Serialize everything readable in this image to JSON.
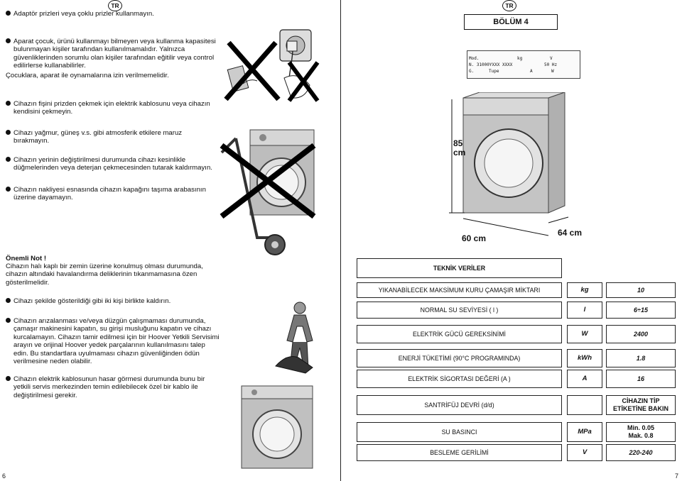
{
  "left_page": {
    "lang_badge": "TR",
    "page_number": "6",
    "intro": "Adaptör prizleri veya çoklu prizler kullanmayın.",
    "bullets": [
      "Aparat çocuk, ürünü kullanmayı bilmeyen veya kullanma kapasitesi bulunmayan kişiler tarafından kullanılmamalıdır. Yalnızca güvenliklerinden sorumlu olan kişiler tarafından eğitilir veya control edilirlerse kullanabilirler.",
      "Çocuklara, aparat ile oynamalarına izin verilmemelidir.",
      "Cihazın fişini prizden çekmek için elektrik kablosunu veya cihazın kendisini çekmeyin.",
      "Cihazı yağmur, güneş v.s. gibi atmosferik etkilere maruz bırakmayın.",
      "Cihazın yerinin değiştirilmesi durumunda cihazı kesinlikle düğmelerinden veya deterjan çekmecesinden tutarak kaldırmayın.",
      "Cihazın nakliyesi esnasında cihazın kapağını taşıma arabasının üzerine dayamayın."
    ],
    "note_title": "Önemli Not !",
    "note_text": "Cihazın halı kaplı bir zemin üzerine konulmuş olması durumunda, cihazın altındaki havalandırma deliklerinin tıkanmamasına özen gösterilmelidir.",
    "bullets2": [
      "Cihazı şekilde gösterildiği gibi iki kişi birlikte kaldırın.",
      "Cihazın arızalanması ve/veya düzgün çalışmaması durumunda, çamaşır makinesini kapatın, su girişi musluğunu kapatın ve cihazı kurcalamayın. Cihazın tamir edilmesi için bir Hoover Yetkili Servisimi arayın ve orijinal Hoover yedek parçalarının kullanılmasını talep edin. Bu standartlara uyulmaması cihazın güvenliğinden ödün verilmesine neden olabilir.",
      "Cihazın elektrik kablosunun hasar görmesi durumunda bunu bir yetkili servis merkezinden temin edilebilecek özel bir kablo ile değiştirilmesi gerekir."
    ]
  },
  "right_page": {
    "lang_badge": "TR",
    "page_number": "7",
    "section_title": "BÖLÜM 4",
    "rating_plate": {
      "mod": "Mod.",
      "n": "N. 31000YXXX XXXX",
      "g": "G.",
      "type": "Tupe",
      "kg": "kg",
      "v": "V",
      "hz": "50 Hz",
      "a": "A",
      "w": "W"
    },
    "dimensions": {
      "height": "85 cm",
      "width": "60 cm",
      "depth": "64 cm"
    },
    "specs_title": "TEKNİK VERİLER",
    "specs": [
      {
        "label": "YIKANABİLECEK MAKSİMUM KURU ÇAMAŞIR MİKTARI",
        "unit": "kg",
        "value": "10"
      },
      {
        "label": "NORMAL SU SEVİYESİ ( l )",
        "unit": "l",
        "value": "6÷15"
      },
      {
        "label": "ELEKTRİK GÜCÜ GEREKSİNİMİ",
        "unit": "W",
        "value": "2400"
      },
      {
        "label": "ENERJİ TÜKETİMİ (90°C PROGRAMINDA)",
        "unit": "kWh",
        "value": "1.8"
      },
      {
        "label": "ELEKTRİK SİGORTASI DEĞERİ (A )",
        "unit": "A",
        "value": "16"
      },
      {
        "label": "SANTRİFÜJ DEVRİ (d/d)",
        "unit": "",
        "value": "CİHAZIN TİP ETİKETİNE BAKIN"
      },
      {
        "label": "SU BASINCI",
        "unit": "MPa",
        "value": "Min. 0.05\nMak. 0.8"
      },
      {
        "label": "BESLEME GERİLİMİ",
        "unit": "V",
        "value": "220-240"
      }
    ]
  }
}
